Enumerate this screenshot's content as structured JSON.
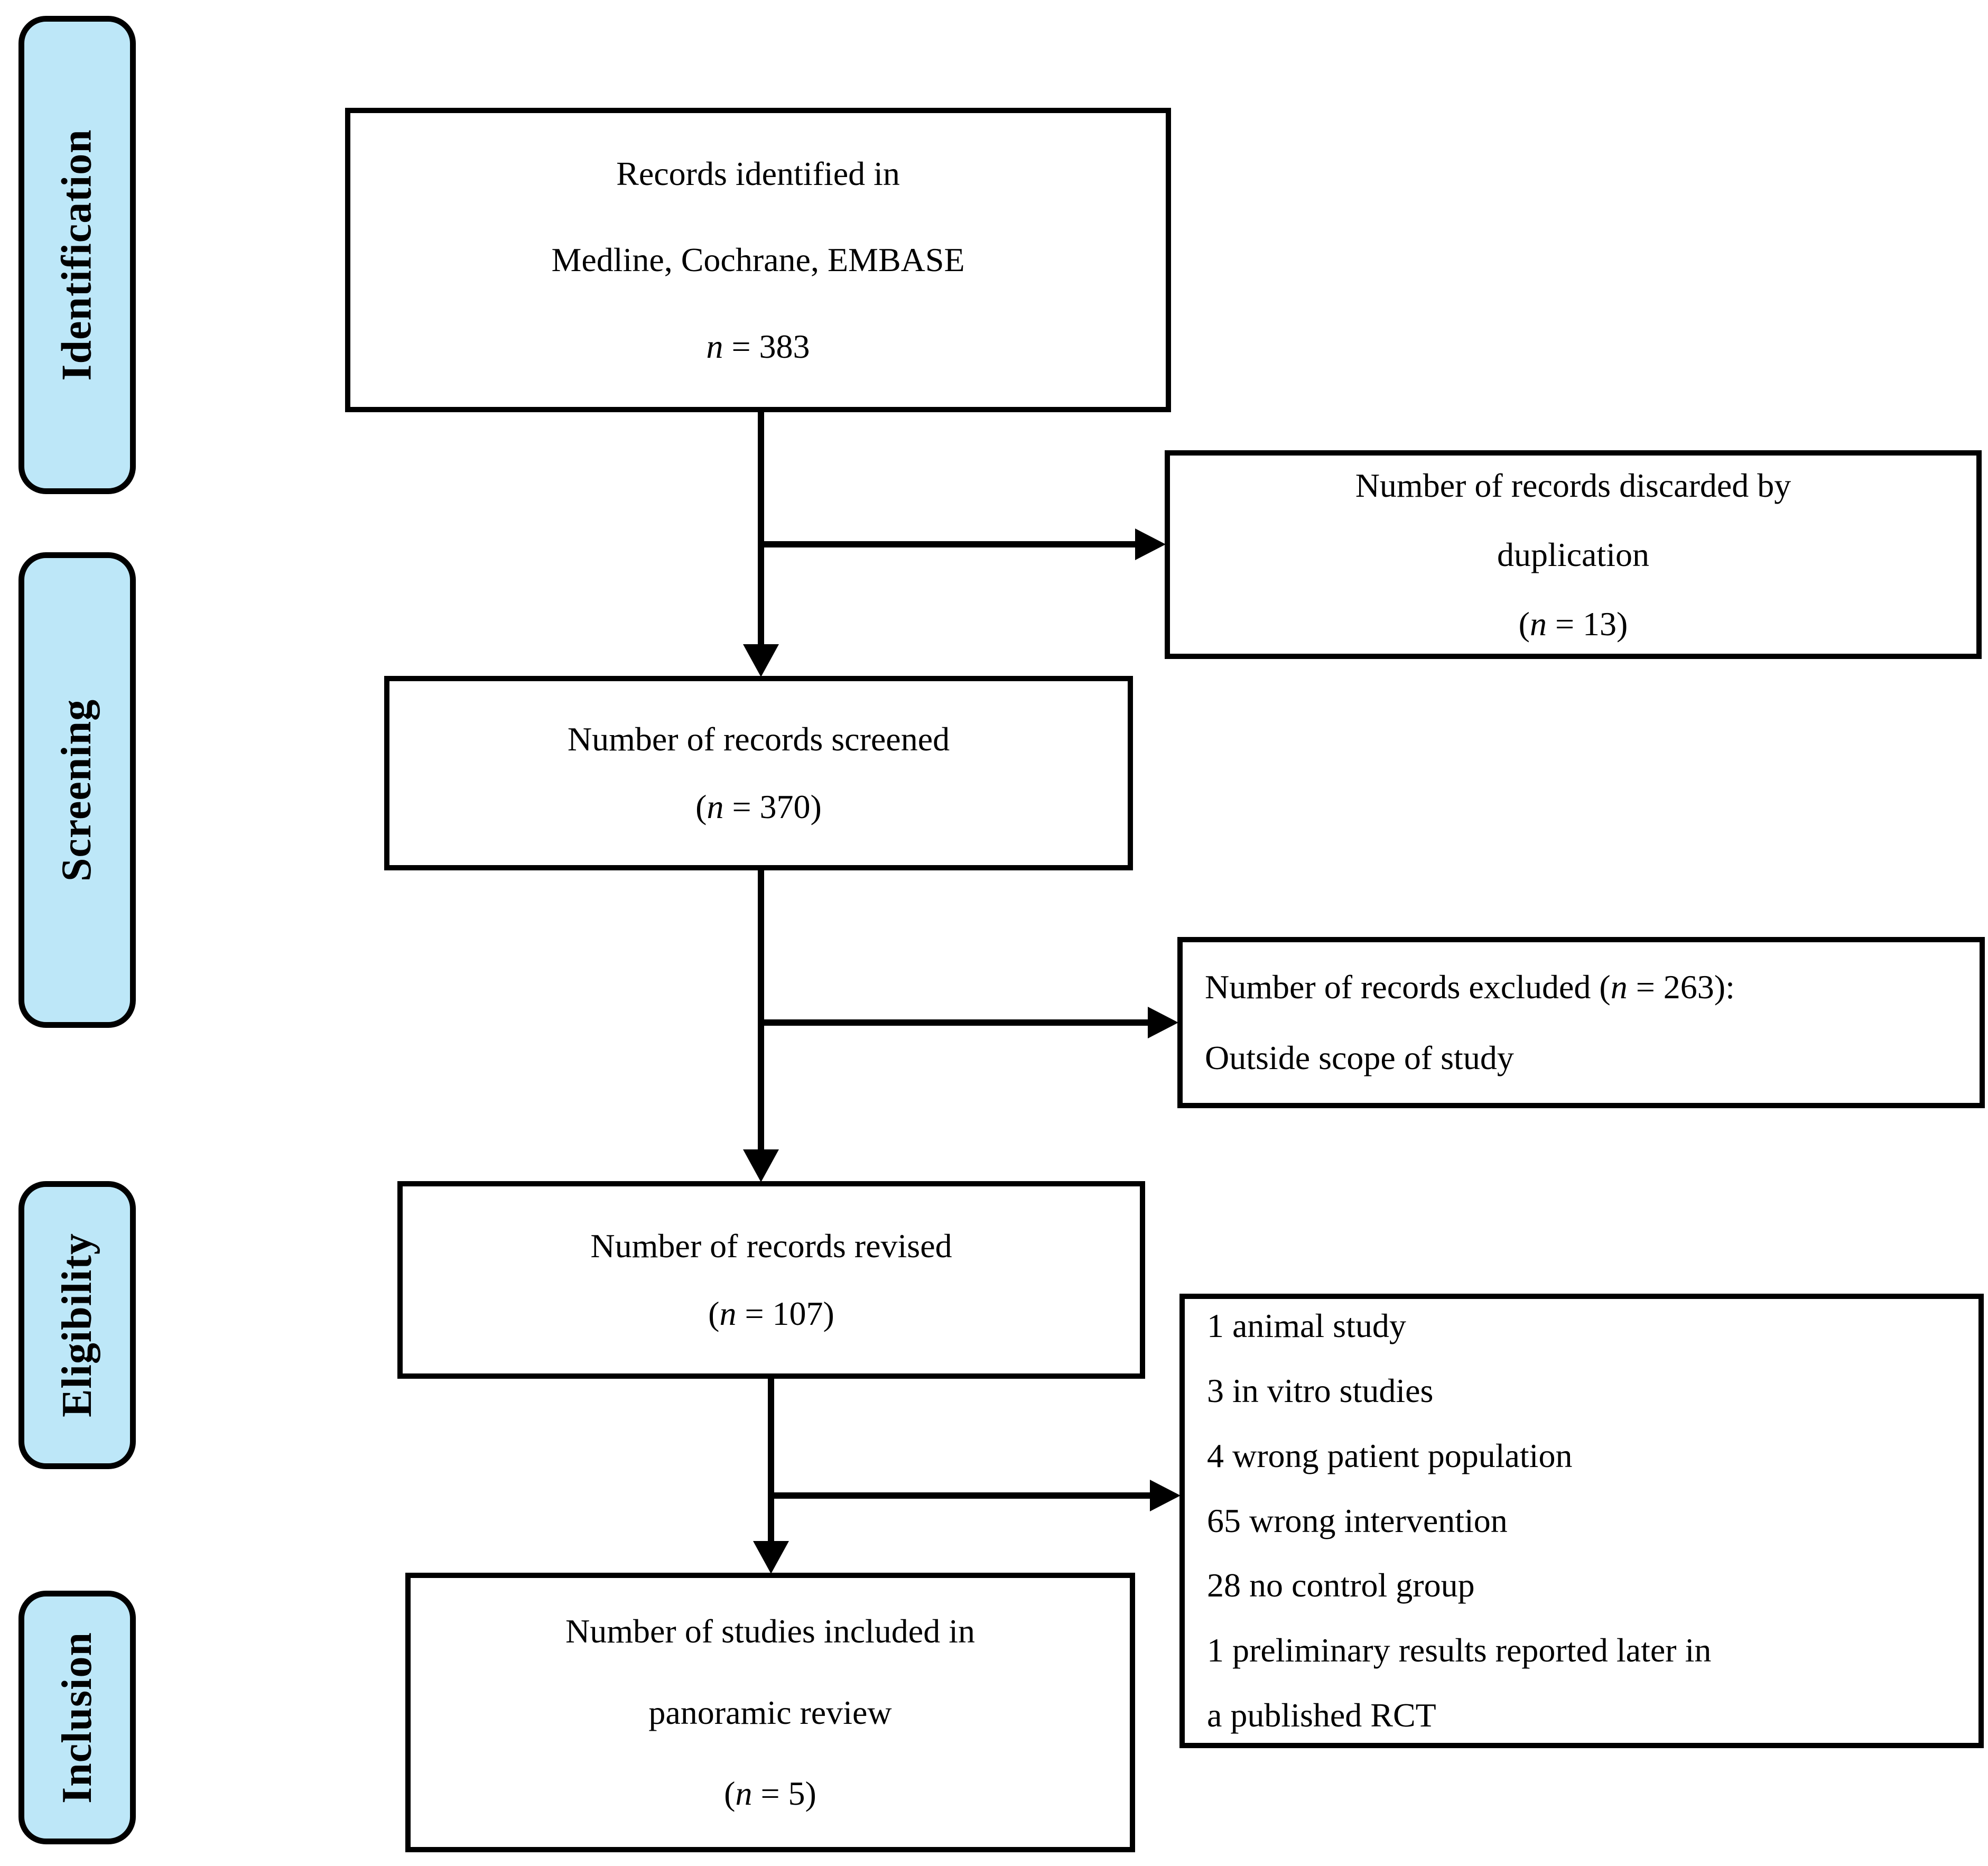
{
  "diagram": {
    "background_color": "#ffffff",
    "stage_fill_color": "#BDE7F8",
    "stage_border_color": "#000000",
    "node_border_color": "#000000",
    "arrow_color": "#000000",
    "stages": [
      {
        "id": "identification",
        "label": "Identification"
      },
      {
        "id": "screening",
        "label": "Screening"
      },
      {
        "id": "eligibility",
        "label": "Eligibility"
      },
      {
        "id": "inclusion",
        "label": "Inclusion"
      }
    ],
    "nodes": [
      {
        "id": "identified",
        "lines": [
          "Records identified in",
          "Medline, Cochrane, EMBASE",
          "n = 383"
        ]
      },
      {
        "id": "discarded",
        "lines": [
          "Number of records discarded by",
          "duplication",
          "(n = 13)"
        ]
      },
      {
        "id": "screened",
        "lines": [
          "Number of records screened",
          "(n = 370)"
        ]
      },
      {
        "id": "excluded",
        "lines": [
          "Number of records excluded (n = 263):",
          "Outside scope of study"
        ]
      },
      {
        "id": "revised",
        "lines": [
          "Number of records revised",
          "(n = 107)"
        ]
      },
      {
        "id": "reasons",
        "lines": [
          "1 animal study",
          "3 in vitro studies",
          "4 wrong patient population",
          "65 wrong intervention",
          "28 no control group",
          "1 preliminary results reported later in",
          "a published RCT"
        ]
      },
      {
        "id": "included",
        "lines": [
          "Number of studies included in",
          "panoramic review",
          "(n = 5)"
        ]
      }
    ]
  }
}
